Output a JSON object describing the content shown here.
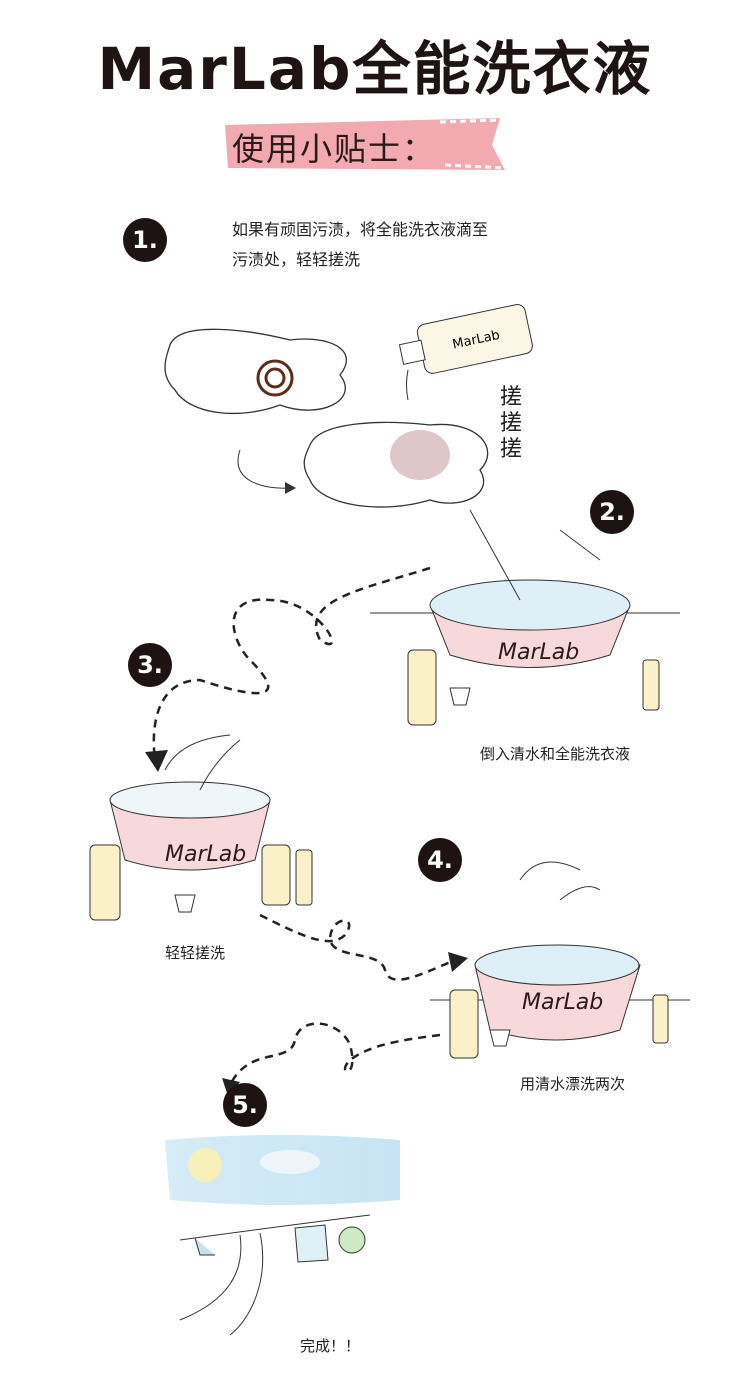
{
  "header": {
    "title": "MarLab全能洗衣液",
    "subtitle": "使用小贴士："
  },
  "steps": [
    {
      "number": "1.",
      "text_line1": "如果有顽固污渍，将全能洗衣液滴至",
      "text_line2": "污渍处，轻轻搓洗"
    },
    {
      "number": "2.",
      "caption": "倒入清水和全能洗衣液",
      "rub_text": "搓搓搓"
    },
    {
      "number": "3.",
      "caption": "轻轻搓洗"
    },
    {
      "number": "4.",
      "caption": "用清水漂洗两次"
    },
    {
      "number": "5.",
      "caption": "完成！！"
    }
  ],
  "brand": "MarLab",
  "colors": {
    "basin": "#f7d9dc",
    "banner": "#f2a9b0",
    "badge": "#1d1313",
    "sky": "#cfe6f5"
  }
}
